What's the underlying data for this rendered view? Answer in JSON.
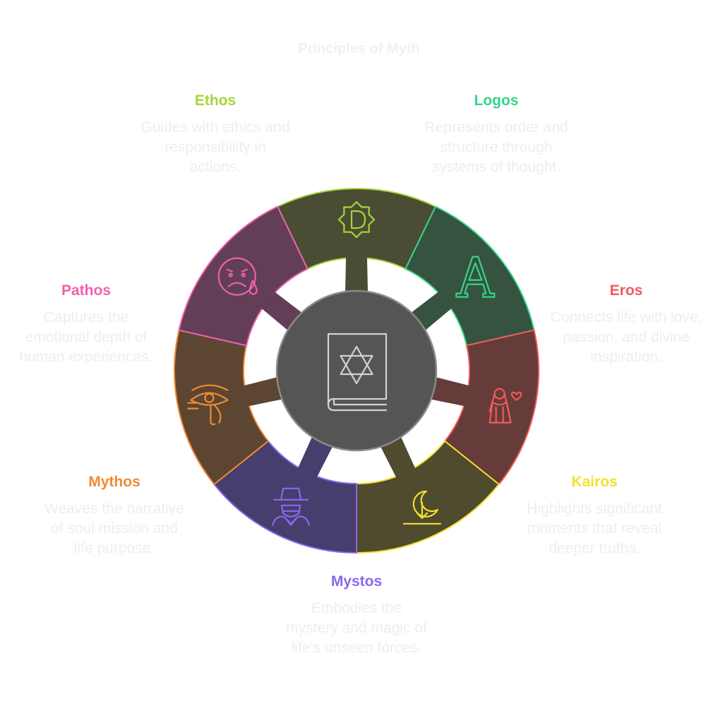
{
  "title": "Principles of Myth",
  "center_icon": "book-of-star-icon",
  "colors": {
    "background": "#ffffff",
    "center_fill": "#555555",
    "center_stroke": "#8a8a8a",
    "description_text": "#eeeeee",
    "title_text": "#f1f1f1"
  },
  "principles": [
    {
      "key": "ethos",
      "label": "Ethos",
      "description": "Guides with ethics and responsibility in actions.",
      "color": "#a3d63a",
      "fill": "#4a4d33",
      "icon": "sun-emblem-icon"
    },
    {
      "key": "logos",
      "label": "Logos",
      "description": "Represents order and structure through systems of thought.",
      "color": "#35d48a",
      "fill": "#35533f",
      "icon": "letter-a-icon"
    },
    {
      "key": "eros",
      "label": "Eros",
      "description": "Connects life with love, passion, and divine inspiration.",
      "color": "#ef5b5b",
      "fill": "#653c3a",
      "icon": "goddess-heart-icon"
    },
    {
      "key": "kairos",
      "label": "Kairos",
      "description": "Highlights significant moments that reveal deeper truths.",
      "color": "#f4e02c",
      "fill": "#4f4b2e",
      "icon": "moon-download-icon"
    },
    {
      "key": "mystos",
      "label": "Mystos",
      "description": "Embodies the mystery and magic of life's unseen forces.",
      "color": "#8b67f0",
      "fill": "#463e6c",
      "icon": "detective-icon"
    },
    {
      "key": "mythos",
      "label": "Mythos",
      "description": "Weaves the narrative of soul mission and life purpose.",
      "color": "#f08a33",
      "fill": "#5c4632",
      "icon": "eye-of-horus-icon"
    },
    {
      "key": "pathos",
      "label": "Pathos",
      "description": "Captures the emotional depth of human experiences.",
      "color": "#ef5fb0",
      "fill": "#623f57",
      "icon": "sad-face-icon"
    }
  ]
}
